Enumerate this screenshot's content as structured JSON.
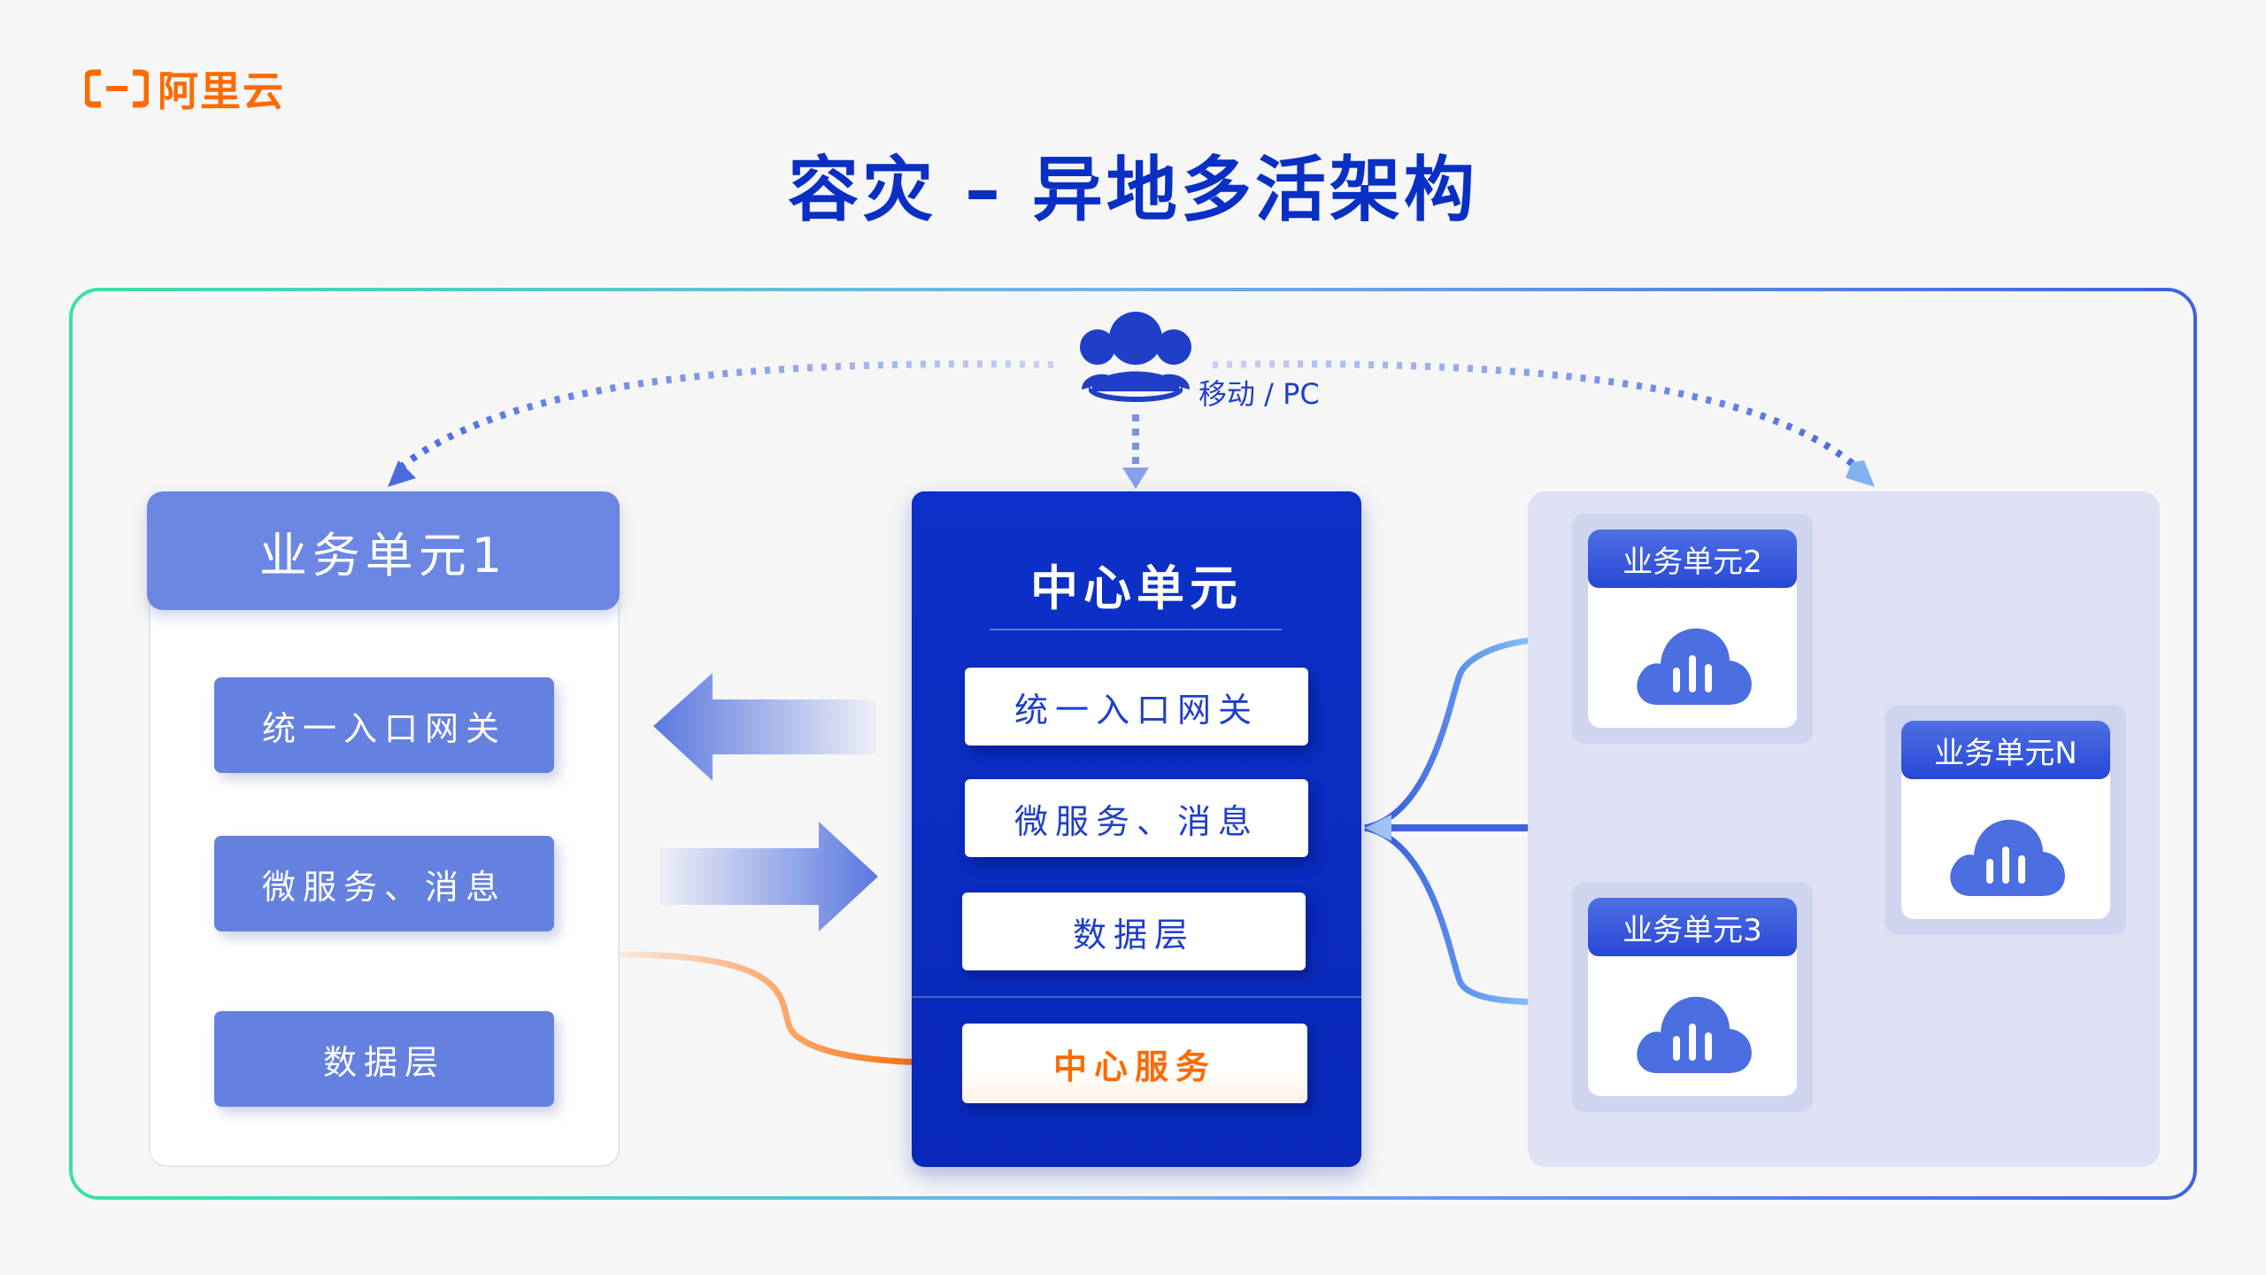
{
  "brand": {
    "logo_text": "阿里云",
    "logo_color": "#ff6a00"
  },
  "title": "容灾 – 异地多活架构",
  "users": {
    "label": "移动 / PC",
    "icon": "users-icon"
  },
  "business_unit_1": {
    "title": "业务单元1",
    "items": [
      "统一入口网关",
      "微服务、消息",
      "数据层"
    ]
  },
  "center_unit": {
    "title": "中心单元",
    "items": [
      "统一入口网关",
      "微服务、消息",
      "数据层"
    ],
    "center_service": "中心服务"
  },
  "remote_units": [
    {
      "title": "业务单元2",
      "icon": "cloud-chart-icon"
    },
    {
      "title": "业务单元N",
      "icon": "cloud-chart-icon"
    },
    {
      "title": "业务单元3",
      "icon": "cloud-chart-icon"
    }
  ],
  "colors": {
    "title_blue": "#0a2fc4",
    "center_blue": "#0d30c8",
    "unit_blue": "#6581e0",
    "accent_orange": "#ff6a00"
  }
}
